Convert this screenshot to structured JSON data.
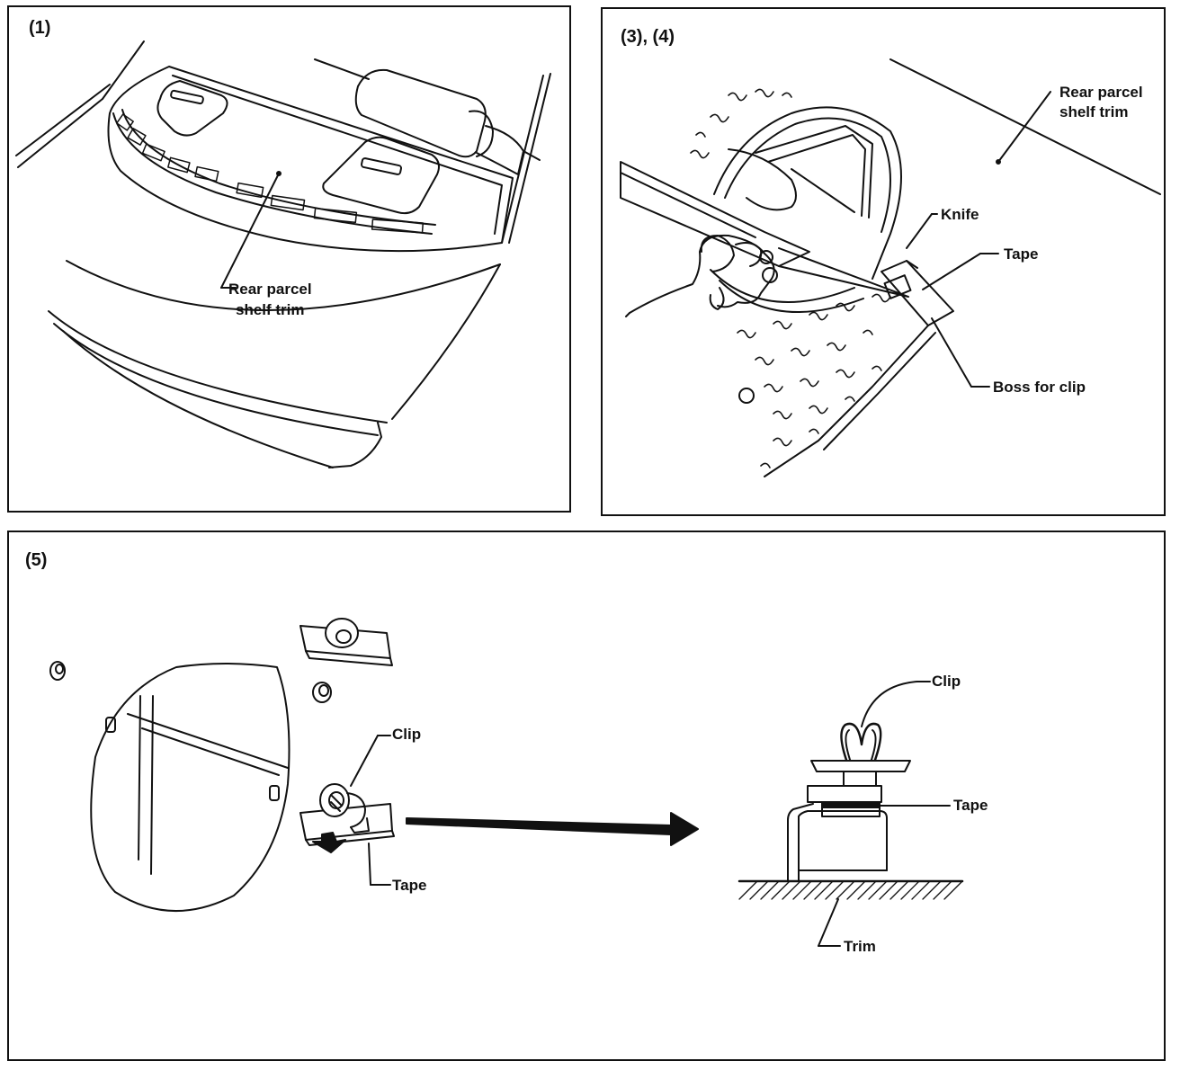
{
  "panels": {
    "p1": {
      "step": "(1)",
      "label_line1": "Rear parcel",
      "label_line2": "shelf trim"
    },
    "p3": {
      "step": "(3), (4)",
      "shelf_line1": "Rear parcel",
      "shelf_line2": "shelf trim",
      "knife": "Knife",
      "tape": "Tape",
      "boss": "Boss for clip"
    },
    "p5": {
      "step": "(5)",
      "clip_left": "Clip",
      "tape_left": "Tape",
      "clip_right": "Clip",
      "tape_right": "Tape",
      "trim": "Trim"
    }
  }
}
